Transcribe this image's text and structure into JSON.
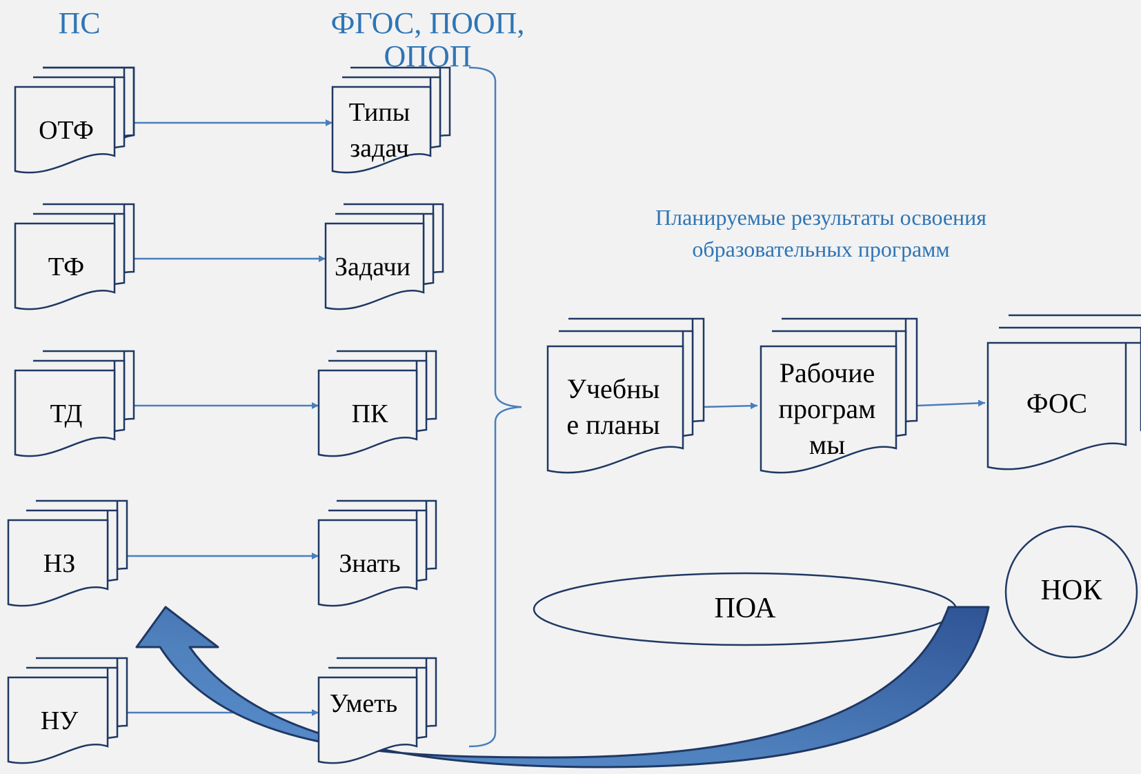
{
  "headers": {
    "ps": "ПС",
    "fgos": "ФГОС, ПООП, ОПОП"
  },
  "left_docs": [
    "ОТФ",
    "ТФ",
    "ТД",
    "НЗ",
    "НУ"
  ],
  "mid_docs": [
    "Типы задач",
    "Задачи",
    "ПК",
    "Знать",
    "Уметь"
  ],
  "note": "Планируемые результаты освоения образовательных программ",
  "right_docs": [
    "Учебные планы",
    "Рабочие программы",
    "ФОС"
  ],
  "ellipse_label": "ПОА",
  "circle_label": "НОК",
  "colors": {
    "background": "#f2f2f2",
    "accent_text": "#2e75b6",
    "connector": "#4a7ebb",
    "shape_stroke": "#1f3864",
    "curved_arrow": "#4f81bd",
    "curved_arrow_dark": "#2f5496"
  }
}
